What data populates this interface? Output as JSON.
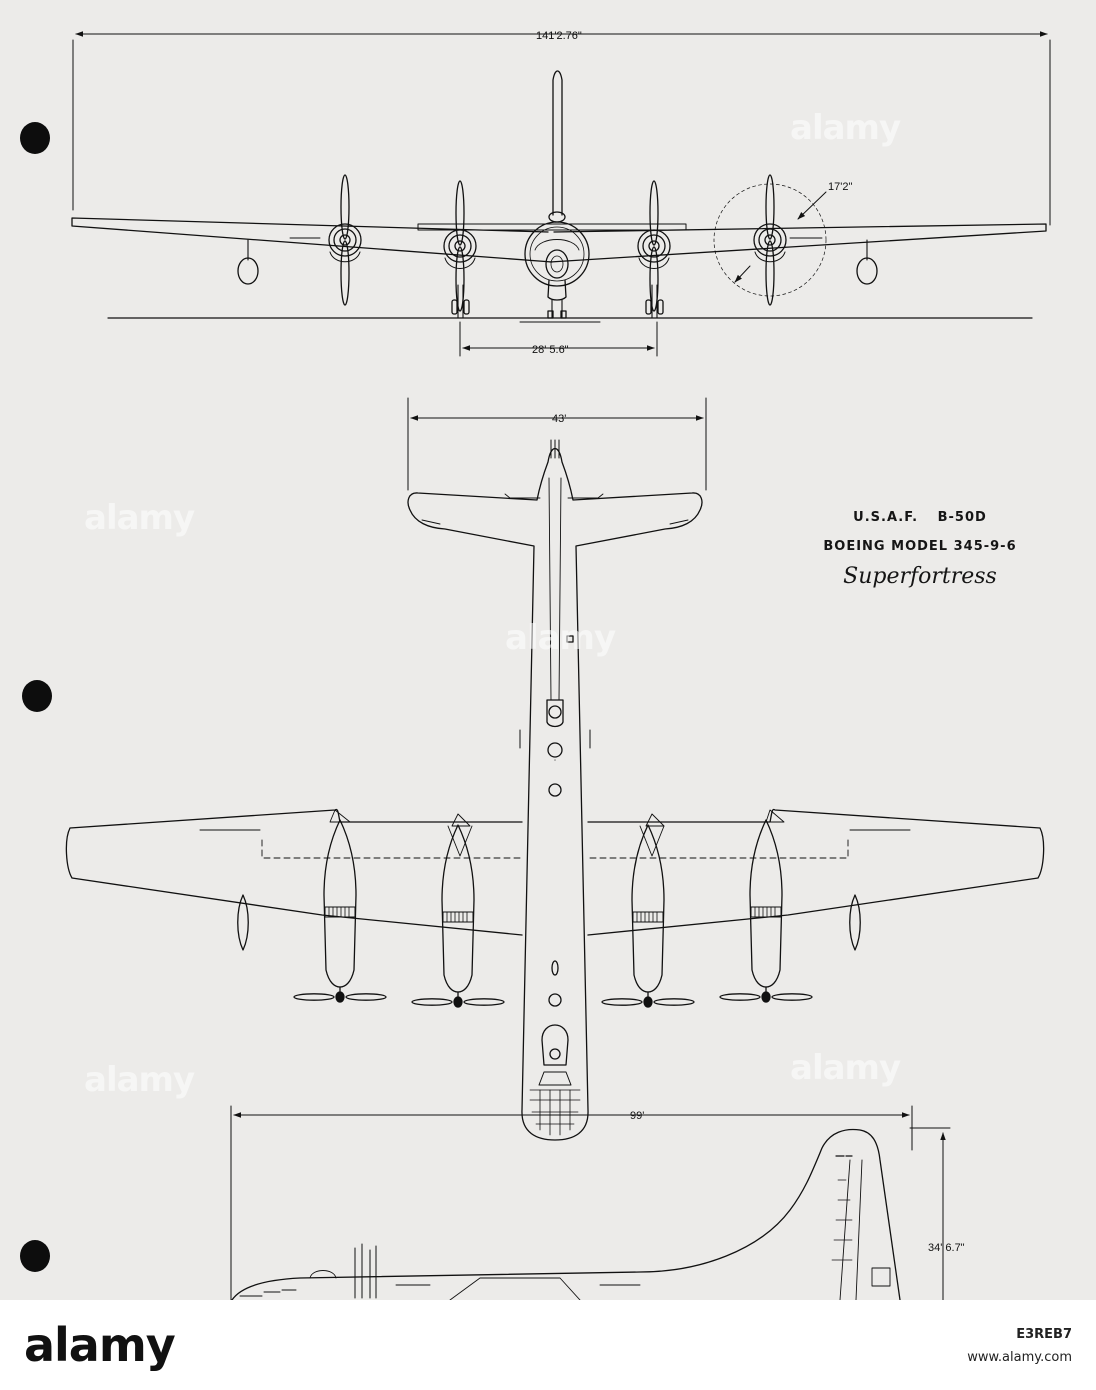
{
  "title_block": {
    "designation": "U.S.A.F.  B-50D",
    "model": "BOEING MODEL 345-9-6",
    "name": "Superfortress"
  },
  "dimensions": {
    "span": "141'2.76\"",
    "prop_diameter": "17'2\"",
    "main_gear_track": "28' 5.6\"",
    "tail_span": "43'",
    "length": "99'",
    "height": "34' 6.7\""
  },
  "watermark": "alamy",
  "footer": {
    "logo": "alamy",
    "image_id": "E3REB7",
    "url": "www.alamy.com"
  }
}
